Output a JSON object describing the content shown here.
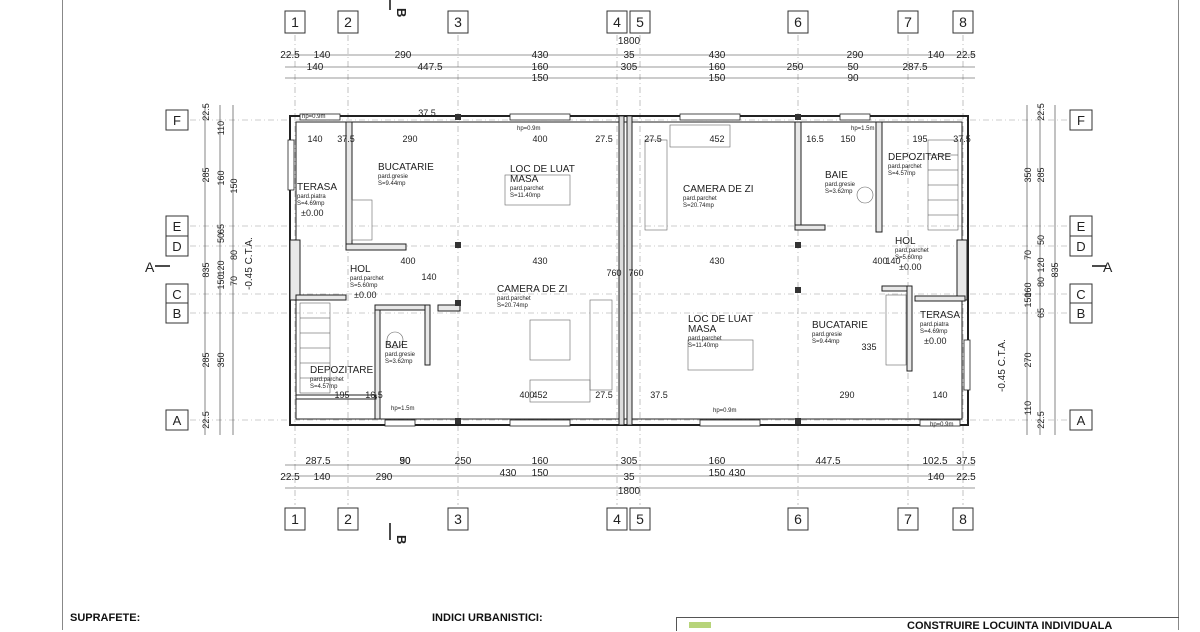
{
  "plan": {
    "grid_columns": [
      "1",
      "2",
      "3",
      "4",
      "5",
      "6",
      "7",
      "8"
    ],
    "grid_rows": [
      "F",
      "E",
      "D",
      "C",
      "B",
      "A"
    ],
    "section_marks": {
      "vertical": "B",
      "horizontal": "A"
    },
    "total_width": "1800",
    "total_depth": "835",
    "top_dims_row1": [
      "22.5",
      "140",
      "290",
      "430",
      "35",
      "430",
      "290",
      "140",
      "22.5"
    ],
    "top_dims_row2": [
      "140",
      "447.5",
      "160",
      "305",
      "160",
      "250",
      "50",
      "287.5"
    ],
    "top_dims_row3": [
      "150",
      "150",
      "90"
    ],
    "bottom_dims_row1": [
      "287.5",
      "50",
      "90",
      "250",
      "160",
      "305",
      "160",
      "447.5",
      "102.5",
      "37.5"
    ],
    "bottom_dims_row2": [
      "430",
      "150",
      "150",
      "430"
    ],
    "bottom_dims_row3": [
      "22.5",
      "140",
      "290",
      "35",
      "140",
      "22.5"
    ],
    "left_dims": [
      "22.5",
      "110",
      "285",
      "160",
      "150",
      "65",
      "50",
      "835",
      "80",
      "120",
      "70",
      "150",
      "285",
      "350",
      "22.5"
    ],
    "right_dims": [
      "22.5",
      "285",
      "350",
      "50",
      "70",
      "835",
      "120",
      "80",
      "160",
      "150",
      "65",
      "270",
      "110",
      "22.5"
    ],
    "rooms_left": [
      {
        "name": "TERASA",
        "floor": "pard.piatra",
        "area": "S=4.69mp",
        "level": "±0.00"
      },
      {
        "name": "BUCATARIE",
        "floor": "pard.gresie",
        "area": "S=9.44mp"
      },
      {
        "name": "LOC DE LUAT MASA",
        "floor": "pard.parchet",
        "area": "S=11.40mp"
      },
      {
        "name": "HOL",
        "floor": "pard.parchet",
        "area": "S=5.60mp",
        "level": "±0.00"
      },
      {
        "name": "CAMERA DE ZI",
        "floor": "pard.parchet",
        "area": "S=20.74mp"
      },
      {
        "name": "BAIE",
        "floor": "pard.gresie",
        "area": "S=3.62mp"
      },
      {
        "name": "DEPOZITARE",
        "floor": "pard.parchet",
        "area": "S=4.57mp"
      }
    ],
    "rooms_right": [
      {
        "name": "CAMERA DE ZI",
        "floor": "pard.parchet",
        "area": "S=20.74mp"
      },
      {
        "name": "BAIE",
        "floor": "pard.gresie",
        "area": "S=3.62mp"
      },
      {
        "name": "DEPOZITARE",
        "floor": "pard.parchet",
        "area": "S=4.57mp"
      },
      {
        "name": "HOL",
        "floor": "pard.parchet",
        "area": "S=5.60mp",
        "level": "±0.00"
      },
      {
        "name": "LOC DE LUAT MASA",
        "floor": "pard.parchet",
        "area": "S=11.40mp"
      },
      {
        "name": "BUCATARIE",
        "floor": "pard.gresie",
        "area": "S=9.44mp"
      },
      {
        "name": "TERASA",
        "floor": "pard.piatra",
        "area": "S=4.69mp",
        "level": "±0.00"
      }
    ],
    "inner_dims": [
      "140",
      "37.5",
      "290",
      "37.5",
      "400",
      "27.5",
      "27.5",
      "452",
      "16.5",
      "150",
      "195",
      "37.5",
      "430",
      "430",
      "400",
      "452",
      "27.5",
      "37.5",
      "195",
      "16.5",
      "290",
      "140",
      "760",
      "760",
      "335",
      "140",
      "140",
      "400",
      "400"
    ],
    "window_tags": [
      "hp=0.9m",
      "hp=0.9m",
      "hp=1.5m",
      "hp=1.5m",
      "hp=0.9m",
      "hp=0.9m"
    ],
    "elevation_tags": [
      "-0.45 C.T.A.",
      "-0.45 C.T.A."
    ]
  },
  "footer": {
    "suprafete": "SUPRAFETE:",
    "indici": "INDICI URBANISTICI:",
    "title": "CONSTRUIRE LOCUINTA INDIVIDUALA"
  }
}
